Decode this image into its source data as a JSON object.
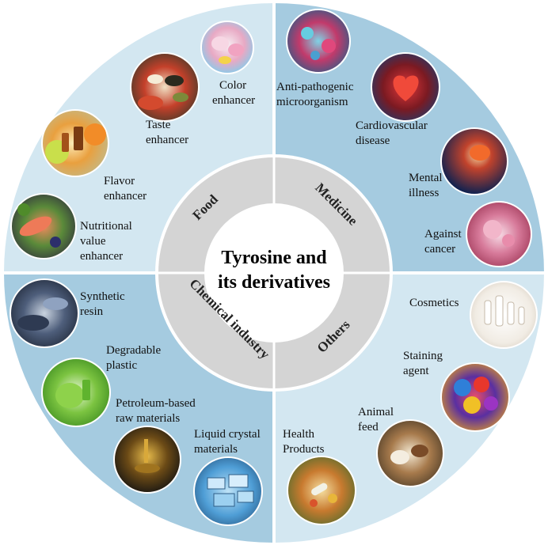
{
  "center": {
    "line1": "Tyrosine and",
    "line2": "its derivatives"
  },
  "sectors": {
    "food": "Food",
    "medicine": "Medicine",
    "chemical": "Chemical industry",
    "others": "Others"
  },
  "labels": {
    "color_enhancer": [
      "Color",
      "enhancer"
    ],
    "taste_enhancer": [
      "Taste",
      "enhancer"
    ],
    "flavor_enhancer": [
      "Flavor",
      "enhancer"
    ],
    "nutritional": [
      "Nutritional",
      "value",
      "enhancer"
    ],
    "anti_pathogenic": [
      "Anti-pathogenic",
      "microorganism"
    ],
    "cardiovascular": [
      "Cardiovascular",
      "disease"
    ],
    "mental": [
      "Mental",
      "illness"
    ],
    "cancer": [
      "Against",
      "cancer"
    ],
    "synthetic_resin": [
      "Synthetic",
      "resin"
    ],
    "degradable": [
      "Degradable",
      "plastic"
    ],
    "petroleum": [
      "Petroleum-based",
      "raw materials"
    ],
    "liquid_crystal": [
      "Liquid crystal",
      "materials"
    ],
    "cosmetics": [
      "Cosmetics"
    ],
    "staining": [
      "Staining",
      "agent"
    ],
    "animal_feed": [
      "Animal",
      "feed"
    ],
    "health": [
      "Health",
      "Products"
    ]
  },
  "colors": {
    "quadrant_light": "#d3e7f1",
    "quadrant_dark": "#a5cbe0",
    "inner_ring": "#d4d4d4",
    "inner_core": "#ffffff",
    "divider": "#ffffff"
  },
  "icons": {
    "color_enhancer": "ice-cream-icon",
    "taste_enhancer": "spice-bowls-icon",
    "flavor_enhancer": "citrus-bottles-icon",
    "nutritional": "healthy-food-icon",
    "anti_pathogenic": "microorganism-icon",
    "cardiovascular": "heart-icon",
    "mental": "brain-icon",
    "cancer": "cancer-cell-icon",
    "synthetic_resin": "resin-granules-icon",
    "degradable": "plastic-tableware-icon",
    "petroleum": "oil-pour-icon",
    "liquid_crystal": "lcd-screens-icon",
    "cosmetics": "cosmetic-bottles-icon",
    "staining": "dye-jars-icon",
    "animal_feed": "cattle-feed-icon",
    "health": "pills-icon"
  }
}
